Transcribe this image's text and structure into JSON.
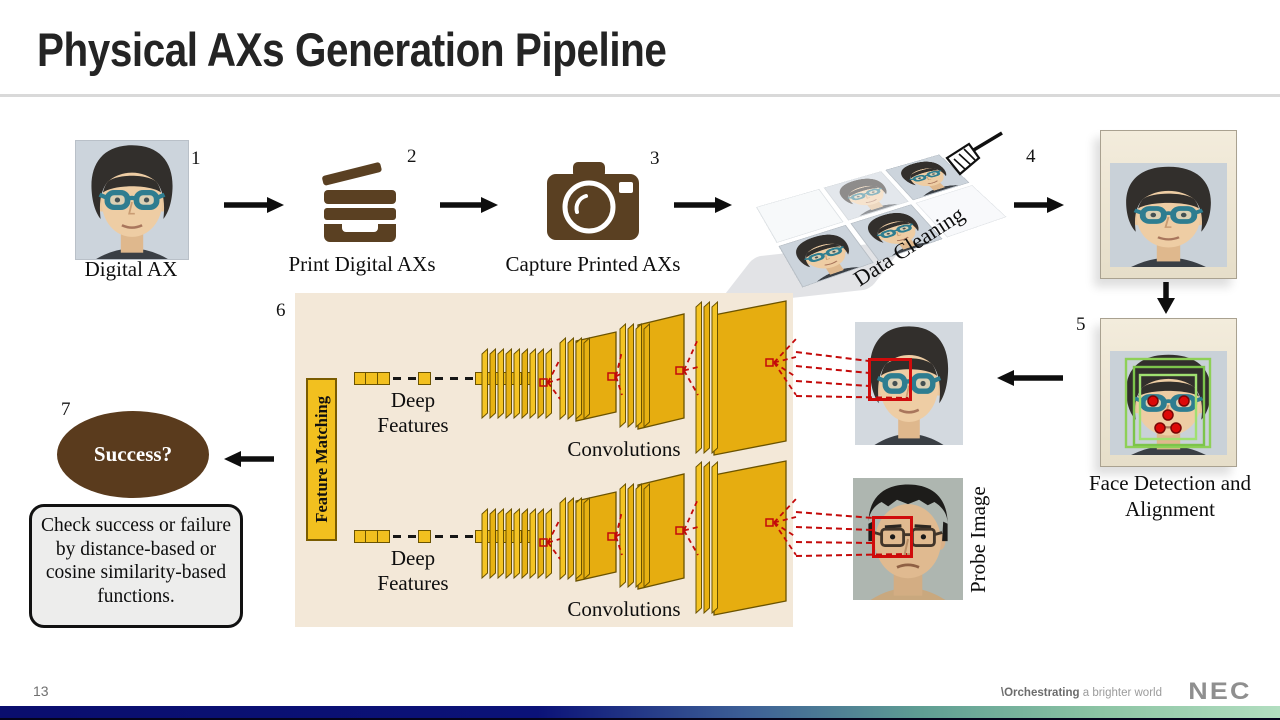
{
  "slide": {
    "title": "Physical AXs Generation Pipeline",
    "page_number": "13"
  },
  "footer": {
    "tagline_mark": "\\Orchestrating",
    "tagline_rest": " a brighter world",
    "logo_text": "NEC"
  },
  "steps": {
    "s1": {
      "num": "1",
      "label": "Digital AX"
    },
    "s2": {
      "num": "2",
      "label": "Print Digital AXs"
    },
    "s3": {
      "num": "3",
      "label": "Capture Printed AXs"
    },
    "s4": {
      "num": "4",
      "label": "Data Cleaning"
    },
    "s5": {
      "num": "5",
      "label": "Face Detection and Alignment"
    },
    "s6": {
      "num": "6",
      "label": "Feature Matching"
    },
    "s7": {
      "num": "7",
      "label": "Success?"
    }
  },
  "cnn": {
    "row1": {
      "deep_features": "Deep Features",
      "convolutions": "Convolutions"
    },
    "row2": {
      "deep_features": "Deep Features",
      "convolutions": "Convolutions"
    }
  },
  "annotations": {
    "probe_label": "Probe Image",
    "check_text": "Check success or failure by distance-based or cosine similarity-based functions."
  },
  "colors": {
    "icon_brown": "#5a4022",
    "gold": "#f2c01f",
    "panel_bg": "#f3e8d8",
    "red": "#c40a0a",
    "green_box": "#8ed057",
    "glasses_teal": "#2e7d90"
  }
}
